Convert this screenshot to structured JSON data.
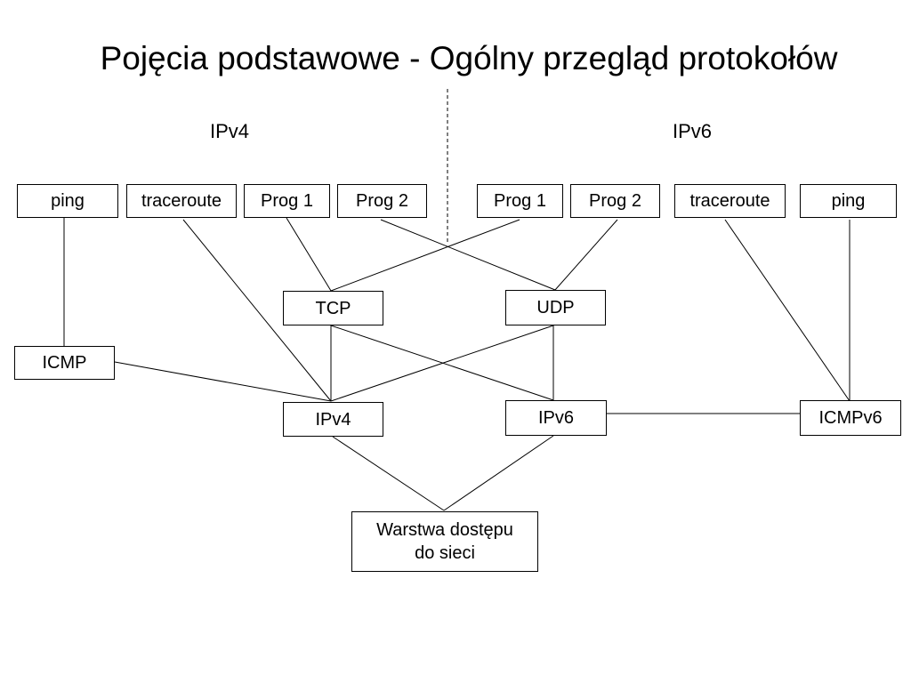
{
  "title": "Pojęcia podstawowe - Ogólny przegląd protokołów",
  "sections": {
    "ipv4": "IPv4",
    "ipv6": "IPv6"
  },
  "nodes": {
    "ping_v4": "ping",
    "traceroute_v4": "traceroute",
    "prog1_v4": "Prog 1",
    "prog2_v4": "Prog 2",
    "prog1_v6": "Prog 1",
    "prog2_v6": "Prog 2",
    "traceroute_v6": "traceroute",
    "ping_v6": "ping",
    "tcp": "TCP",
    "udp": "UDP",
    "icmp": "ICMP",
    "ipv4": "IPv4",
    "ipv6": "IPv6",
    "icmpv6": "ICMPv6",
    "access": "Warstwa dostępu\ndo sieci"
  }
}
